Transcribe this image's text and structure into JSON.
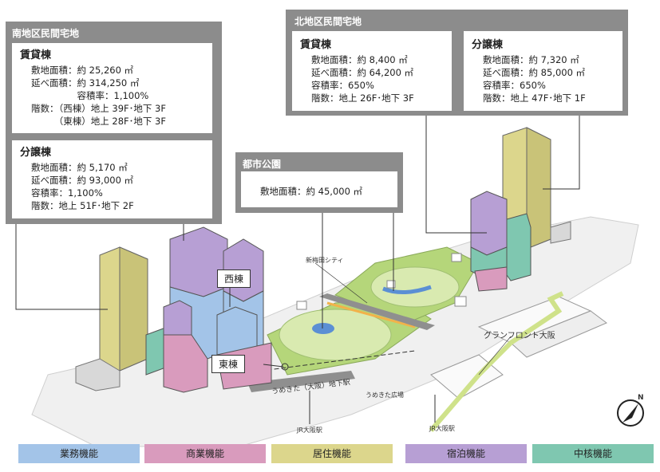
{
  "south": {
    "title": "南地区民間宅地",
    "rental": {
      "heading": "賃貸棟",
      "lines": [
        "敷地面積：約 25,260 ㎡",
        "延べ面積：約 314,250 ㎡",
        "　　　　　容積率：1,100%",
        "階数：（西棟）地上 39F･地下 3F",
        "　　　（東棟）地上 28F･地下 3F"
      ]
    },
    "condo": {
      "heading": "分譲棟",
      "lines": [
        "敷地面積：約 5,170 ㎡",
        "延べ面積：約 93,000 ㎡",
        "容積率：1,100%",
        "階数：地上 51F･地下 2F"
      ]
    }
  },
  "north": {
    "title": "北地区民間宅地",
    "rental": {
      "heading": "賃貸棟",
      "lines": [
        "敷地面積：約 8,400 ㎡",
        "延べ面積：約 64,200 ㎡",
        "容積率：650%",
        "階数：地上 26F･地下 3F"
      ]
    },
    "condo": {
      "heading": "分譲棟",
      "lines": [
        "敷地面積：約 7,320 ㎡",
        "延べ面積：約 85,000 ㎡",
        "容積率：650%",
        "階数：地上 47F･地下 1F"
      ]
    }
  },
  "park": {
    "title": "都市公園",
    "lines": [
      "敷地面積：約 45,000 ㎡"
    ]
  },
  "tags": {
    "west": "西棟",
    "east": "東棟"
  },
  "map_labels": {
    "shin_umeda": "新梅田シティ",
    "grand_front": "グランフロント大阪",
    "umekita_station": "うめきた（大阪）地下駅",
    "umekita_plaza": "うめきた広場",
    "jr_osaka_1": "JR大阪駅",
    "jr_osaka_2": "JR大阪駅",
    "north_mark": "N"
  },
  "legend": [
    {
      "label": "業務機能",
      "color": "#a3c4e8"
    },
    {
      "label": "商業機能",
      "color": "#d99bbd"
    },
    {
      "label": "居住機能",
      "color": "#dcd68c"
    },
    {
      "label": "宿泊機能",
      "color": "#b79fd4"
    },
    {
      "label": "中核機能",
      "color": "#7fc7b0"
    }
  ]
}
